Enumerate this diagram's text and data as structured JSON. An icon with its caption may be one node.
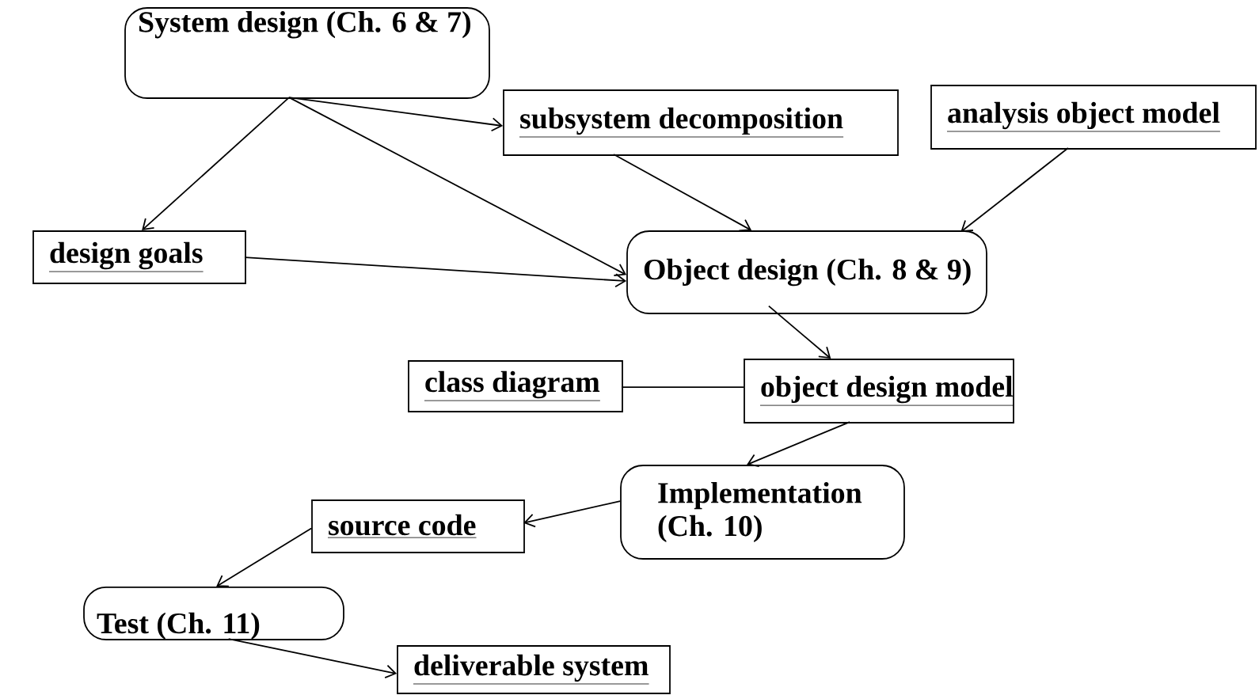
{
  "diagram": {
    "nodes": [
      {
        "text": [
          "System design (Ch. 6 & 7)"
        ]
      },
      {
        "text": [
          "subsystem decomposition"
        ]
      },
      {
        "text": [
          "analysis object model"
        ]
      },
      {
        "text": [
          "design goals"
        ]
      },
      {
        "text": [
          "Object design (Ch. 8 & 9)"
        ]
      },
      {
        "text": [
          "class diagram"
        ]
      },
      {
        "text": [
          "object design model"
        ]
      },
      {
        "text": [
          "Implementation (Ch. 10)"
        ]
      },
      {
        "text": [
          "source code"
        ]
      },
      {
        "text": [
          "Test (Ch. 11)"
        ]
      },
      {
        "text": [
          "deliverable system"
        ]
      }
    ],
    "edges": [
      {
        "from": 0,
        "to": 1,
        "arrow": "to"
      },
      {
        "from": 0,
        "to": 3,
        "arrow": "to"
      },
      {
        "from": 0,
        "to": 4,
        "arrow": "to"
      },
      {
        "from": 1,
        "to": 4,
        "arrow": "to"
      },
      {
        "from": 2,
        "to": 4,
        "arrow": "to"
      },
      {
        "from": 3,
        "to": 4,
        "arrow": "to"
      },
      {
        "from": 4,
        "to": 6,
        "arrow": "to"
      },
      {
        "from": 5,
        "to": 6,
        "arrow": "none"
      },
      {
        "from": 6,
        "to": 7,
        "arrow": "to"
      },
      {
        "from": 7,
        "to": 8,
        "arrow": "to"
      },
      {
        "from": 8,
        "to": 9,
        "arrow": "to"
      },
      {
        "from": 9,
        "to": 10,
        "arrow": "to"
      }
    ]
  }
}
